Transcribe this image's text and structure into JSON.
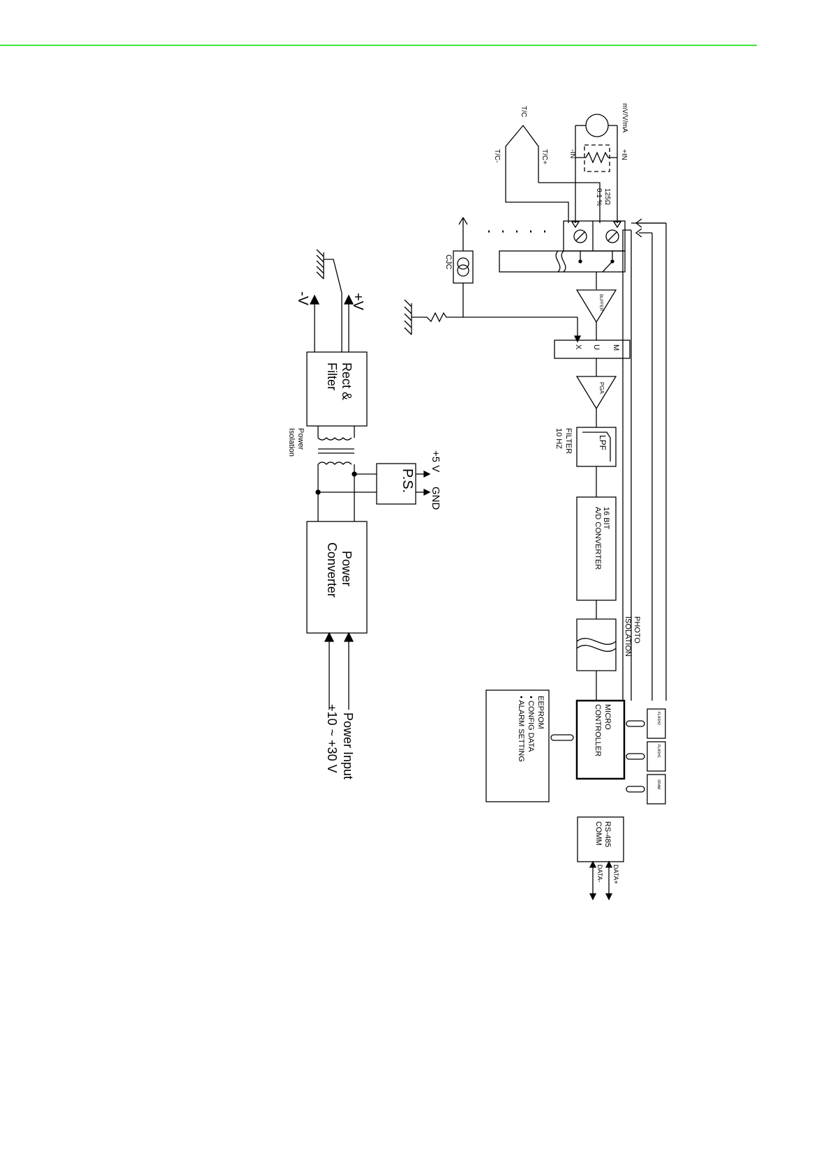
{
  "colors": {
    "header_rule": "#39e639",
    "line": "#000000",
    "background": "#ffffff"
  },
  "labels": {
    "source": "mV/V/mA",
    "tc_top": "T/C",
    "tc_plus": "T/C+",
    "tc_minus": "T/C-",
    "in_plus": "+IN",
    "in_minus": "-IN",
    "resistor": "125Ω",
    "tolerance": "0.1 %",
    "cjc": "CJC",
    "buffer": "BUFFER",
    "mux_m": "M",
    "mux_u": "U",
    "mux_x": "X",
    "pga": "PGA",
    "lpf": "LPF",
    "filter": "FILTER",
    "filter_hz": "10 HZ",
    "adc_line1": "16 BIT",
    "adc_line2": "A/D CONVERTER",
    "photo_line1": "PHOTO",
    "photo_line2": "ISOLATION",
    "micro_line1": "MICRO",
    "micro_line2": "CONTROLLER",
    "eeprom_title": "EEPROM",
    "eeprom_item1": "• CONFIG DATA",
    "eeprom_item2": "• ALARM SETTING",
    "flash2": "FLASH2",
    "flash1": "FLASH1",
    "sram": "SRAM",
    "rs485_line1": "RS-485",
    "rs485_line2": "COMM",
    "data_plus": "DATA+",
    "data_minus": "DATA-",
    "plus_v": "+V",
    "minus_v": "-V",
    "rect_line1": "Rect &",
    "rect_line2": "Filter",
    "iso_line1": "Power",
    "iso_line2": "Isolation",
    "plus5v": "+5 V",
    "gnd": "GND",
    "ps": "P.S.",
    "conv_line1": "Power",
    "conv_line2": "Converter",
    "power_in_line1": "Power Input",
    "power_in_line2": "+10 ~ +30 V"
  }
}
